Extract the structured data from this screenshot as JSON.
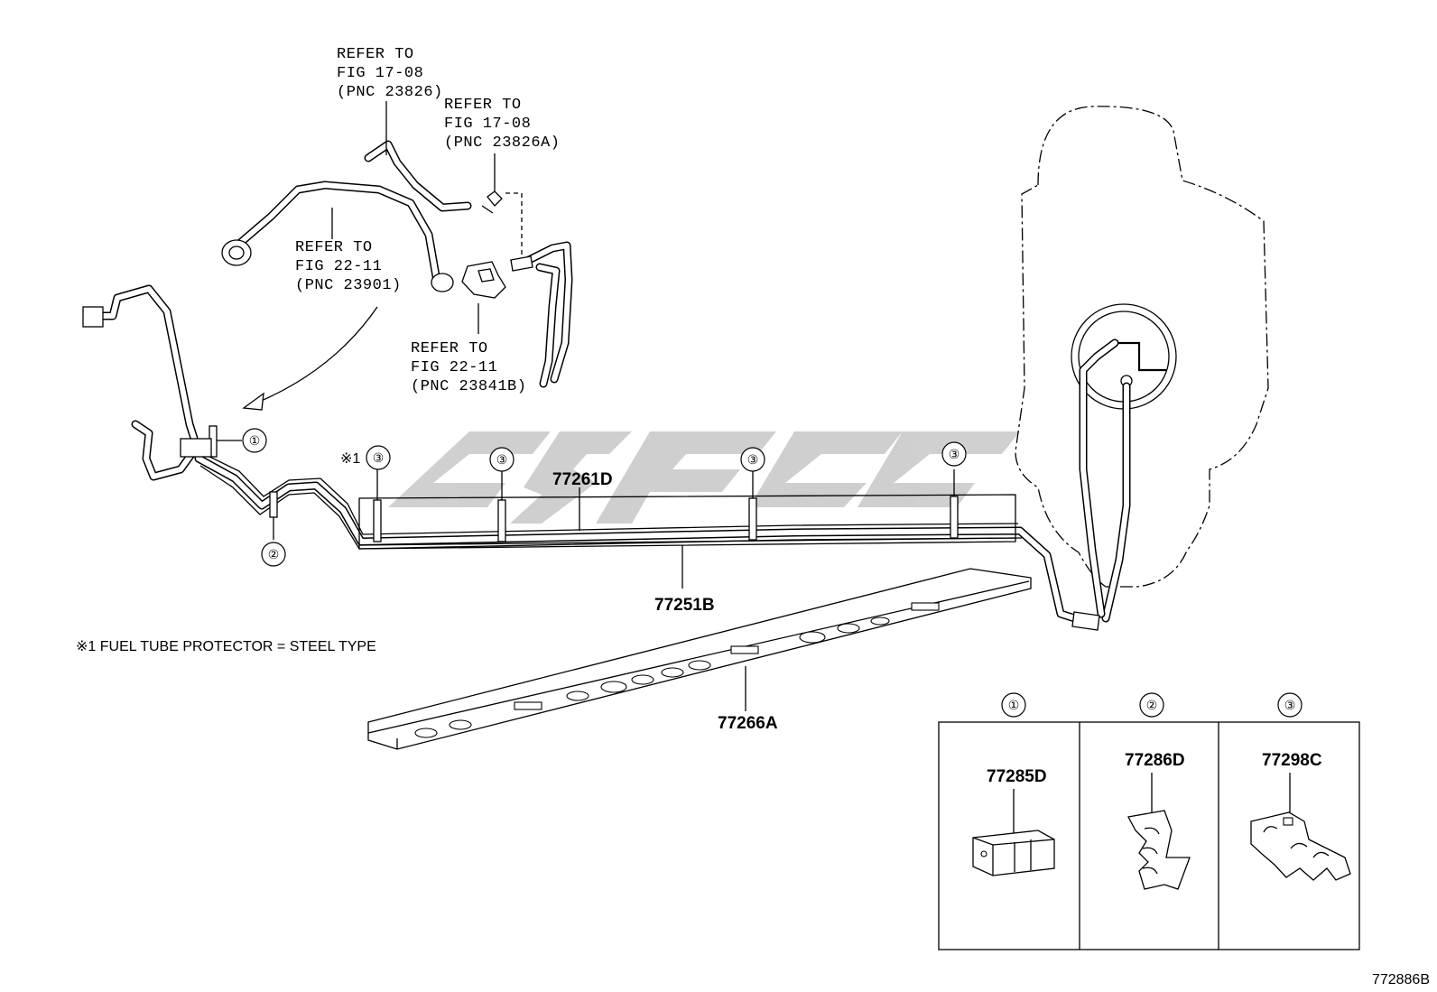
{
  "refs": {
    "hose_top": [
      "REFER TO",
      "FIG 17-08",
      "(PNC 23826)"
    ],
    "clip_top": [
      "REFER TO",
      "FIG 17-08",
      "(PNC 23826A)"
    ],
    "hose_mid": [
      "REFER TO",
      "FIG 22-11",
      "(PNC 23901)"
    ],
    "bracket": [
      "REFER TO",
      "FIG 22-11",
      "(PNC 23841B)"
    ]
  },
  "parts": {
    "protector_upper": "77261D",
    "fuel_tube": "77251B",
    "reinforcement": "77266A",
    "clamp_1": "77285D",
    "clamp_2": "77286D",
    "clamp_3": "77298C"
  },
  "callouts": {
    "one": "①",
    "two": "②",
    "three": "③",
    "note_mark": "※1"
  },
  "note": "※1 FUEL TUBE PROTECTOR = STEEL TYPE",
  "table_headers": [
    "①",
    "②",
    "③"
  ],
  "watermark": "cgsc",
  "figure_id": "772886B"
}
